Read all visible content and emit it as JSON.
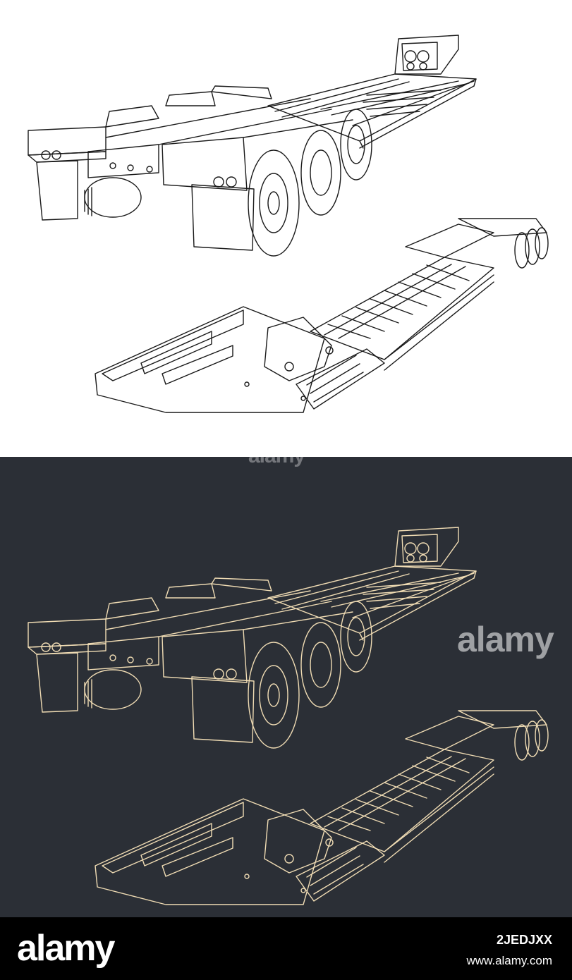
{
  "watermark": {
    "brand": "alamy",
    "image_id": "2JEDJXX",
    "url": "www.alamy.com"
  },
  "colors": {
    "light_bg": "#ffffff",
    "light_line": "#1a1a1a",
    "dark_bg": "#2b2f36",
    "dark_line": "#f0dcb4",
    "footer_bg": "#000000"
  }
}
